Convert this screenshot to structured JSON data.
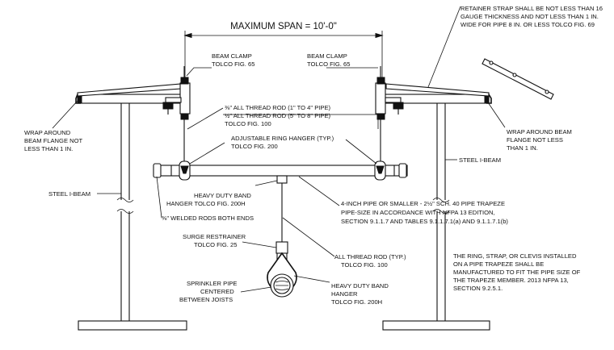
{
  "labels": {
    "span": "MAXIMUM SPAN = 10'-0\"",
    "beam_clamp_left": [
      "BEAM CLAMP",
      "TOLCO FIG. 65"
    ],
    "beam_clamp_right": [
      "BEAM CLAMP",
      "TOLCO FIG. 65"
    ],
    "retainer_strap": [
      "RETAINER STRAP SHALL BE NOT LESS THAN 16",
      "GAUGE THICKNESS AND NOT LESS THAN 1 IN.",
      "WIDE FOR PIPE 8 IN. OR LESS TOLCO FIG. 69"
    ],
    "thread_rod_sizes": [
      "⅜\" ALL THREAD ROD (1\" TO 4\" PIPE)",
      "½\" ALL THREAD ROD (5\" TO 8\" PIPE)",
      "TOLCO FIG. 100"
    ],
    "wrap_left": [
      "WRAP AROUND",
      "BEAM FLANGE NOT",
      "LESS THAN 1 IN."
    ],
    "wrap_right": [
      "WRAP AROUND BEAM",
      "FLANGE NOT LESS",
      "THAN 1 IN."
    ],
    "ring_hanger": [
      "ADJUSTABLE RING HANGER (TYP.)",
      "TOLCO FIG. 200"
    ],
    "steel_beam_left": "STEEL I-BEAM",
    "steel_beam_right": "STEEL I-BEAM",
    "heavy_band_top": [
      "HEAVY DUTY BAND",
      "HANGER TOLCO FIG. 200H"
    ],
    "welded_rods": "⅜\" WELDED RODS BOTH ENDS",
    "trapeze_pipe": [
      "4-INCH PIPE OR SMALLER - 2½\" SCH. 40 PIPE TRAPEZE",
      "PIPE-SIZE IN ACCORDANCE WITH NFPA 13 EDITION,",
      "SECTION 9.1.1.7 AND TABLES 9.1.1.7.1(a) AND 9.1.1.7.1(b)"
    ],
    "surge_restrainer": [
      "SURGE RESTRAINER",
      "TOLCO FIG. 25"
    ],
    "all_thread_typ": [
      "ALL THREAD ROD (TYP.)",
      "TOLCO FIG. 100"
    ],
    "sprinkler_pipe": [
      "SPRINKLER PIPE",
      "CENTERED",
      "BETWEEN JOISTS"
    ],
    "heavy_band_bottom": [
      "HEAVY DUTY BAND",
      "HANGER",
      "TOLCO FIG. 200H"
    ],
    "note": [
      "THE RING, STRAP, OR CLEVIS INSTALLED",
      "ON A PIPE TRAPEZE SHALL BE",
      "MANUFACTURED TO FIT THE PIPE SIZE OF",
      "THE TRAPEZE MEMBER. 2013 NFPA 13,",
      "SECTION 9.2.5.1."
    ]
  }
}
